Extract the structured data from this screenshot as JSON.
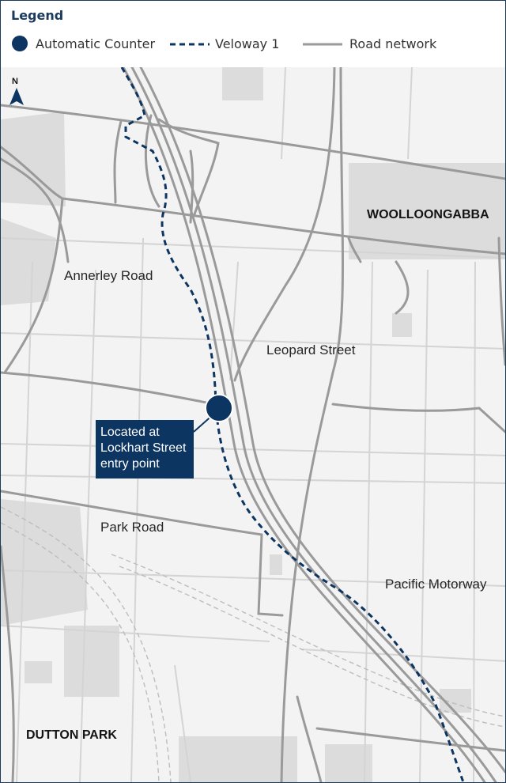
{
  "legend": {
    "title": "Legend",
    "items": [
      {
        "label": "Automatic Counter",
        "symbol": "dot-icon"
      },
      {
        "label": "Veloway 1",
        "symbol": "dashed-line-icon"
      },
      {
        "label": "Road network",
        "symbol": "solid-line-icon"
      }
    ]
  },
  "north_arrow": {
    "label": "N"
  },
  "places": {
    "woolloongabba": "WOOLLOONGABBA",
    "dutton_park": "DUTTON PARK",
    "annerley_road": "Annerley Road",
    "leopard_street": "Leopard Street",
    "park_road": "Park Road",
    "pacific_motorway": "Pacific Motorway"
  },
  "callout": {
    "lines": [
      "Located at",
      "Lockhart Street",
      "entry point"
    ]
  },
  "colors": {
    "navy": "#0d3561",
    "road": "#9a9a9a",
    "minor_road": "#d4d4d4",
    "building": "#dcdcdc",
    "background": "#f3f3f3"
  }
}
